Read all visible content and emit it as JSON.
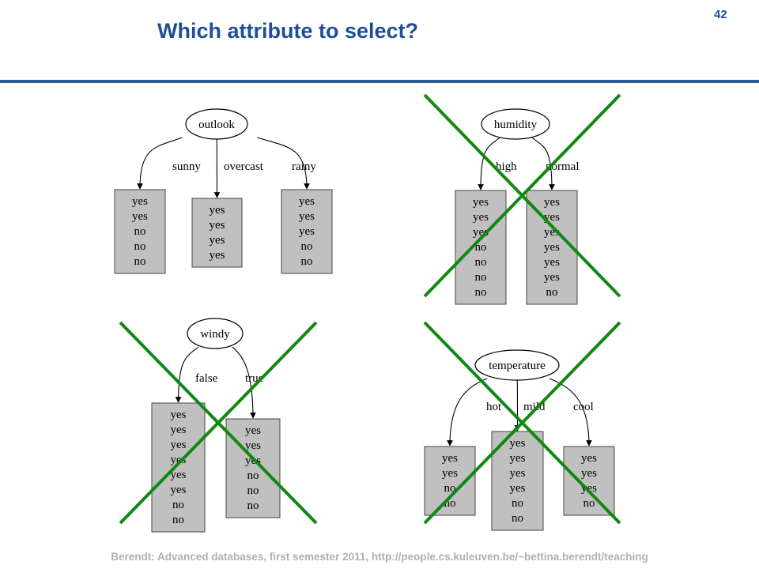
{
  "title": "Which attribute to select?",
  "page_number": "42",
  "footer": "Berendt: Advanced databases, first semester 2011, http://people.cs.kuleuven.be/~bettina.berendt/teaching",
  "colors": {
    "title": "#1f4e96",
    "rule": "#2b5a9e",
    "cross": "#118811",
    "leaf_fill": "#c0c0c0",
    "footer": "#b0b0b0"
  },
  "trees": [
    {
      "attribute": "outlook",
      "crossed_out": false,
      "branches": [
        {
          "label": "sunny",
          "values": [
            "yes",
            "yes",
            "no",
            "no",
            "no"
          ]
        },
        {
          "label": "overcast",
          "values": [
            "yes",
            "yes",
            "yes",
            "yes"
          ]
        },
        {
          "label": "rainy",
          "values": [
            "yes",
            "yes",
            "yes",
            "no",
            "no"
          ]
        }
      ]
    },
    {
      "attribute": "humidity",
      "crossed_out": true,
      "branches": [
        {
          "label": "high",
          "values": [
            "yes",
            "yes",
            "yes",
            "no",
            "no",
            "no",
            "no"
          ]
        },
        {
          "label": "normal",
          "values": [
            "yes",
            "yes",
            "yes",
            "yes",
            "yes",
            "yes",
            "no"
          ]
        }
      ]
    },
    {
      "attribute": "windy",
      "crossed_out": true,
      "branches": [
        {
          "label": "false",
          "values": [
            "yes",
            "yes",
            "yes",
            "yes",
            "yes",
            "yes",
            "no",
            "no"
          ]
        },
        {
          "label": "true",
          "values": [
            "yes",
            "yes",
            "yes",
            "no",
            "no",
            "no"
          ]
        }
      ]
    },
    {
      "attribute": "temperature",
      "crossed_out": true,
      "branches": [
        {
          "label": "hot",
          "values": [
            "yes",
            "yes",
            "no",
            "no"
          ]
        },
        {
          "label": "mild",
          "values": [
            "yes",
            "yes",
            "yes",
            "yes",
            "no",
            "no"
          ]
        },
        {
          "label": "cool",
          "values": [
            "yes",
            "yes",
            "yes",
            "no"
          ]
        }
      ]
    }
  ]
}
